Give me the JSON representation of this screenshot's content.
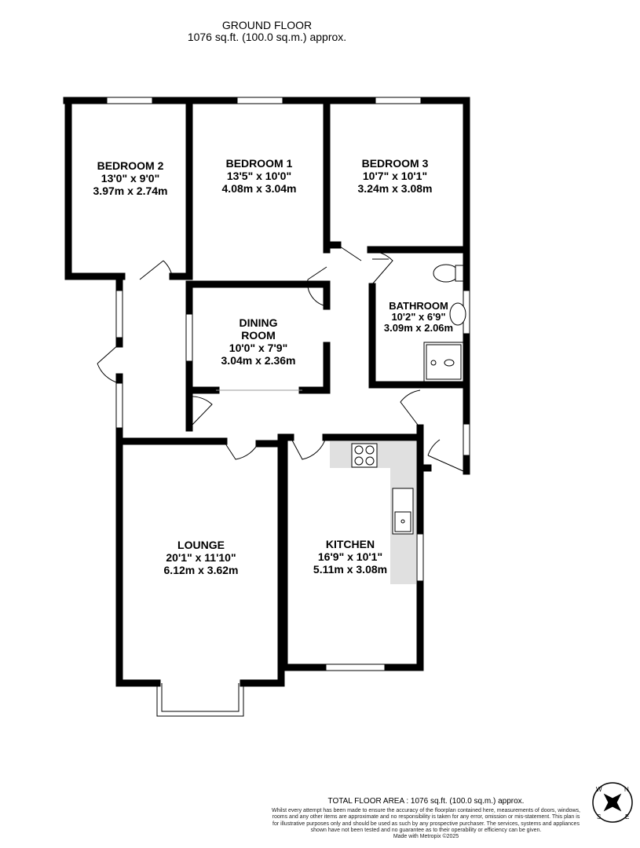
{
  "header": {
    "floor": "GROUND FLOOR",
    "area": "1076 sq.ft. (100.0 sq.m.) approx."
  },
  "rooms": [
    {
      "name": "BEDROOM 2",
      "imperial": "13'0\" x 9'0\"",
      "metric": "3.97m x 2.74m"
    },
    {
      "name": "BEDROOM 1",
      "imperial": "13'5\" x 10'0\"",
      "metric": "4.08m x 3.04m"
    },
    {
      "name": "BEDROOM 3",
      "imperial": "10'7\" x 10'1\"",
      "metric": "3.24m x 3.08m"
    },
    {
      "name": "BATHROOM",
      "imperial": "10'2\" x 6'9\"",
      "metric": "3.09m x 2.06m"
    },
    {
      "name": "DINING ROOM",
      "imperial": "10'0\" x 7'9\"",
      "metric": "3.04m x 2.36m"
    },
    {
      "name": "LOUNGE",
      "imperial": "20'1\" x 11'10\"",
      "metric": "6.12m x 3.62m"
    },
    {
      "name": "KITCHEN",
      "imperial": "16'9\" x 10'1\"",
      "metric": "5.11m x 3.08m"
    }
  ],
  "footer": {
    "total": "TOTAL FLOOR AREA : 1076 sq.ft. (100.0 sq.m.) approx.",
    "disclaimer": "Whilst every attempt has been made to ensure the accuracy of the floorplan contained here, measurements of doors, windows, rooms and any other items are approximate and no responsibility is taken for any error, omission or mis-statement. This plan is for illustrative purposes only and should be used as such by any prospective purchaser. The services, systems and appliances shown have not been tested and no guarantee as to their operability or efficiency can be given.",
    "made_with": "Made with Metropix ©2025"
  },
  "compass": {
    "letters": [
      "N",
      "E",
      "S",
      "W"
    ]
  },
  "colors": {
    "wall": "#000000",
    "worktop": "#e0e0e0"
  }
}
